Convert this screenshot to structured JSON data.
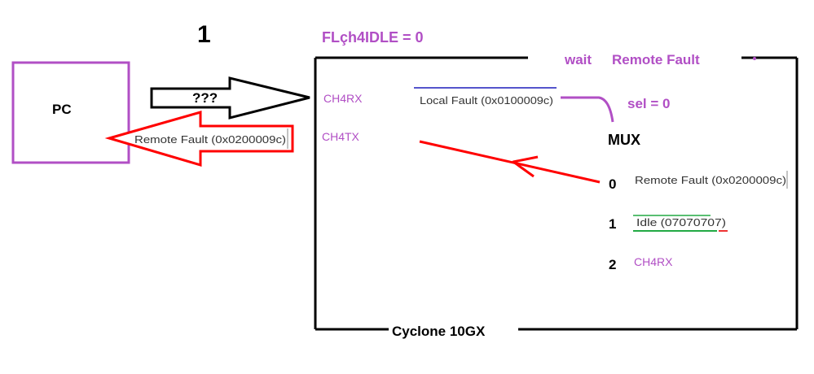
{
  "page_number": "1",
  "status_line": "FLçh4IDLE = 0",
  "pc": {
    "label": "PC"
  },
  "tx_arrow": {
    "label": "???"
  },
  "rx_arrow": {
    "label": "Remote Fault (0x0200009c)"
  },
  "fpga": {
    "label": "Cyclone 10GX",
    "ch4rx": "CH4RX",
    "ch4tx": "CH4TX",
    "local_fault": "Local Fault (0x0100009c)",
    "wait_label": "wait",
    "remote_fault_top": "Remote Fault",
    "sel_label": "sel = 0",
    "mux_label": "MUX",
    "mux_inputs": [
      {
        "index": "0",
        "label": "Remote Fault (0x0200009c)"
      },
      {
        "index": "1",
        "label": "Idle (07070707)"
      },
      {
        "index": "2",
        "label": "CH4RX"
      }
    ]
  },
  "colors": {
    "purple": "#b14fc5",
    "red": "#ff0000",
    "black": "#000000",
    "blue_line": "#5555cc",
    "green_line": "#22aa44"
  }
}
